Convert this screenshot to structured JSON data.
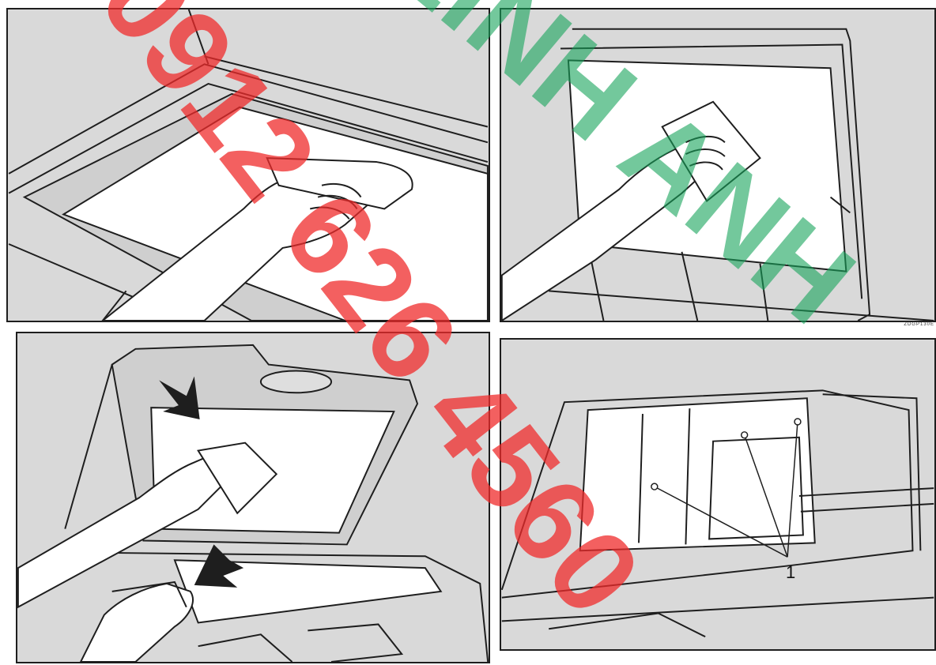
{
  "figure": {
    "callout_number": "1",
    "figure_code": "ZDGP130E"
  },
  "panels": [
    {
      "id": "p1",
      "subject": "hand wiping the exposure glass with a cloth"
    },
    {
      "id": "p2",
      "subject": "hand wiping the white platen cover sheet"
    },
    {
      "id": "p3",
      "subject": "wiping the ADF underside and the scanning glass strip"
    },
    {
      "id": "p4",
      "subject": "ADF rollers marked with callout 1"
    }
  ],
  "watermarks": [
    {
      "text": "0912 626 4560",
      "color": "#ef2b2b"
    },
    {
      "text": "LINH ANH",
      "color": "#15a35a"
    }
  ],
  "colors": {
    "panel_bg": "#d9d9d9",
    "line": "#1e1e1e",
    "paper": "#ffffff"
  }
}
